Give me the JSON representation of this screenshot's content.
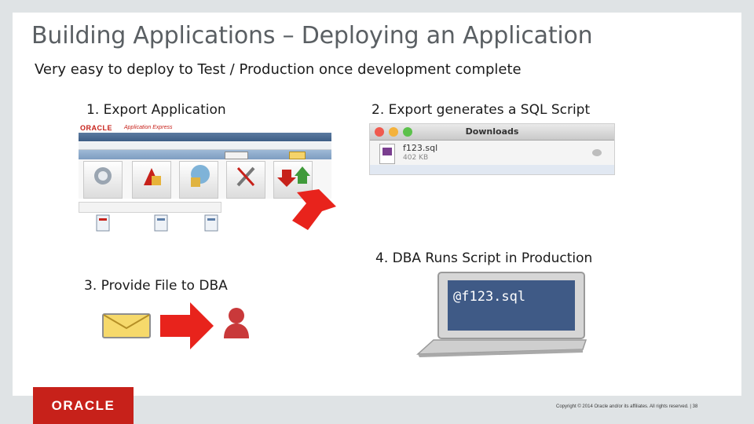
{
  "slide": {
    "title": "Building Applications – Deploying an Application",
    "subtitle": "Very easy to deploy to Test / Production once development complete"
  },
  "steps": {
    "step1": "1. Export Application",
    "step2": "2. Export generates a SQL Script",
    "step3": "3. Provide File to DBA",
    "step4": "4. DBA Runs Script in Production"
  },
  "apex_screenshot": {
    "brand": "ORACLE",
    "product": "Application Express"
  },
  "downloads_window": {
    "title": "Downloads",
    "file_name": "f123.sql",
    "file_size": "402 KB"
  },
  "laptop": {
    "command": "@f123.sql"
  },
  "footer": {
    "logo_text": "ORACLE",
    "copyright": "Copyright © 2014 Oracle and/or its affiliates. All rights reserved.  |  38"
  },
  "icons": {
    "arrow": "red-arrow-icon",
    "envelope": "envelope-icon",
    "person": "person-icon",
    "laptop": "laptop-icon",
    "file": "sql-file-icon"
  },
  "colors": {
    "oracle_red": "#c7211a",
    "background": "#dfe3e5",
    "title": "#5a5f63"
  }
}
